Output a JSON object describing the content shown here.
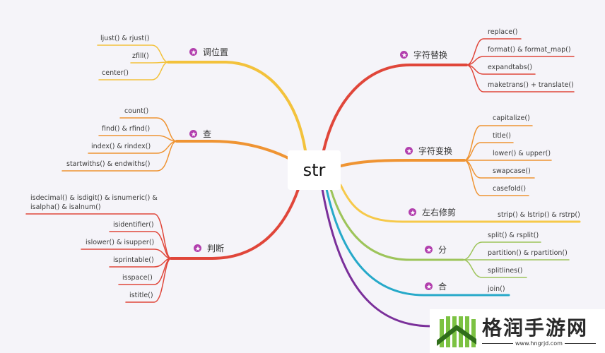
{
  "root": {
    "label": "str"
  },
  "colors": {
    "background": "#f5f4f9",
    "icon": "#b23fae",
    "yellow": "#f3c23c",
    "orange": "#ef9433",
    "red": "#e0463a",
    "light_yellow": "#f6c94a",
    "green": "#9dc45a",
    "cyan": "#26a9c9",
    "purple": "#7a2f9a"
  },
  "branches": [
    {
      "id": "tiao-wei-zhi",
      "label": "调位置",
      "icon": "star-badge-icon",
      "side": "left",
      "items": [
        "ljust() & rjust()",
        "zfill()",
        "center()"
      ]
    },
    {
      "id": "cha",
      "label": "查",
      "icon": "star-badge-icon",
      "side": "left",
      "items": [
        "count()",
        "find() & rfind()",
        "index() & rindex()",
        "startwiths() & endwiths()"
      ]
    },
    {
      "id": "pan-duan",
      "label": "判断",
      "icon": "star-badge-icon",
      "side": "left",
      "items": [
        "isdecimal() & isdigit() & isnumeric() &",
        "isalpha() & isalnum()",
        "isidentifier()",
        "islower() & isupper()",
        "isprintable()",
        "isspace()",
        "istitle()"
      ]
    },
    {
      "id": "zi-fu-ti-huan",
      "label": "字符替换",
      "icon": "star-badge-icon",
      "side": "right",
      "items": [
        "replace()",
        "format() & format_map()",
        "expandtabs()",
        "maketrans() + translate()"
      ]
    },
    {
      "id": "zi-fu-bian-huan",
      "label": "字符变换",
      "icon": "star-badge-icon",
      "side": "right",
      "items": [
        "capitalize()",
        "title()",
        "lower() & upper()",
        "swapcase()",
        "casefold()"
      ]
    },
    {
      "id": "zuo-you-xiu-jian",
      "label": "左右修剪",
      "icon": "star-badge-icon",
      "side": "right",
      "items": [
        "strip() & lstrip() & rstrp()"
      ]
    },
    {
      "id": "fen",
      "label": "分",
      "icon": "star-badge-icon",
      "side": "right",
      "items": [
        "split() & rsplit()",
        "partition() & rpartition()",
        "splitlines()"
      ]
    },
    {
      "id": "he",
      "label": "合",
      "icon": "star-badge-icon",
      "side": "right",
      "items": [
        "join()"
      ]
    }
  ],
  "watermark": {
    "title": "格润手游网",
    "url": "www.hngrjd.com"
  }
}
